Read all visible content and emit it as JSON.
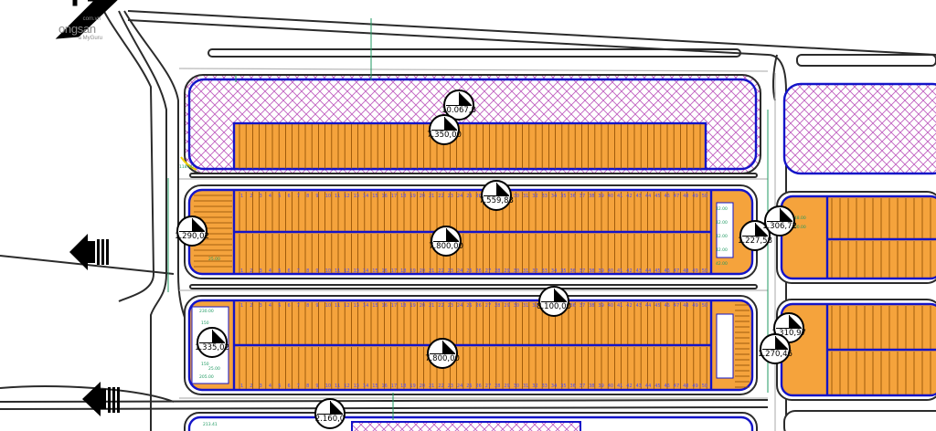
{
  "watermark": {
    "top": "com.vn",
    "middle": "ongsan",
    "bottom": "a MyGuru"
  },
  "palette": {
    "road_fill": "#ffffff",
    "road_edge": "#2b2b2b",
    "lot_border": "#1414c8",
    "lot_fill": "#f5a33c",
    "lot_divider": "#8a4a00",
    "park_hatch": "#c060c0",
    "lot_numbers": "#4b4bff",
    "dimension_text": "#1f9a62",
    "arrow_fill": "#000000"
  },
  "icons": [
    "north-arrow-icon",
    "lot-badge-icon"
  ],
  "blocks": [
    {
      "code": "",
      "area": "10.067,8"
    },
    {
      "code": "",
      "area": "7.350,00"
    },
    {
      "code": "",
      "area": "7.559,83"
    },
    {
      "code": "",
      "area": "1.290,02"
    },
    {
      "code": "",
      "area": "7.800,00"
    },
    {
      "code": "",
      "area": "1.227,58"
    },
    {
      "code": "",
      "area": "1.306,72"
    },
    {
      "code": "",
      "area": "8.100,00"
    },
    {
      "code": "",
      "area": "1.335,02"
    },
    {
      "code": "",
      "area": "7.800,00"
    },
    {
      "code": "",
      "area": "1.310,97"
    },
    {
      "code": "",
      "area": "1.270,46"
    },
    {
      "code": "",
      "area": "2.160,0"
    }
  ],
  "lot_number_rows": [
    [
      "1",
      "2",
      "3",
      "4",
      "5",
      "6",
      "7",
      "8",
      "9",
      "10",
      "11",
      "12",
      "13",
      "14",
      "15",
      "16",
      "17",
      "18",
      "19",
      "20",
      "21",
      "22",
      "23",
      "24",
      "25",
      "26",
      "27",
      "28",
      "29",
      "30",
      "31",
      "32",
      "33",
      "34",
      "35",
      "36",
      "37",
      "38",
      "39",
      "40",
      "41",
      "42",
      "43",
      "44",
      "45",
      "46",
      "47",
      "48",
      "49",
      "50"
    ],
    [
      "1",
      "2",
      "3",
      "4",
      "5",
      "6",
      "7",
      "8",
      "9",
      "10",
      "11",
      "12",
      "13",
      "14",
      "15",
      "16",
      "17",
      "18",
      "19",
      "20",
      "21",
      "22",
      "23",
      "24",
      "25",
      "26",
      "27",
      "28",
      "29",
      "30",
      "31",
      "32",
      "33",
      "34",
      "35",
      "36",
      "37",
      "38",
      "39",
      "40",
      "41",
      "42",
      "43",
      "44",
      "45",
      "46",
      "47",
      "48",
      "49",
      "50"
    ]
  ],
  "dimension_labels": [
    "42.00",
    "42.00",
    "42.00",
    "42.00",
    "42.00",
    "25.00",
    "25.00",
    "118.00",
    "148.00",
    "200.00",
    "213.41",
    "230.00",
    "205.00",
    "150",
    "150"
  ]
}
